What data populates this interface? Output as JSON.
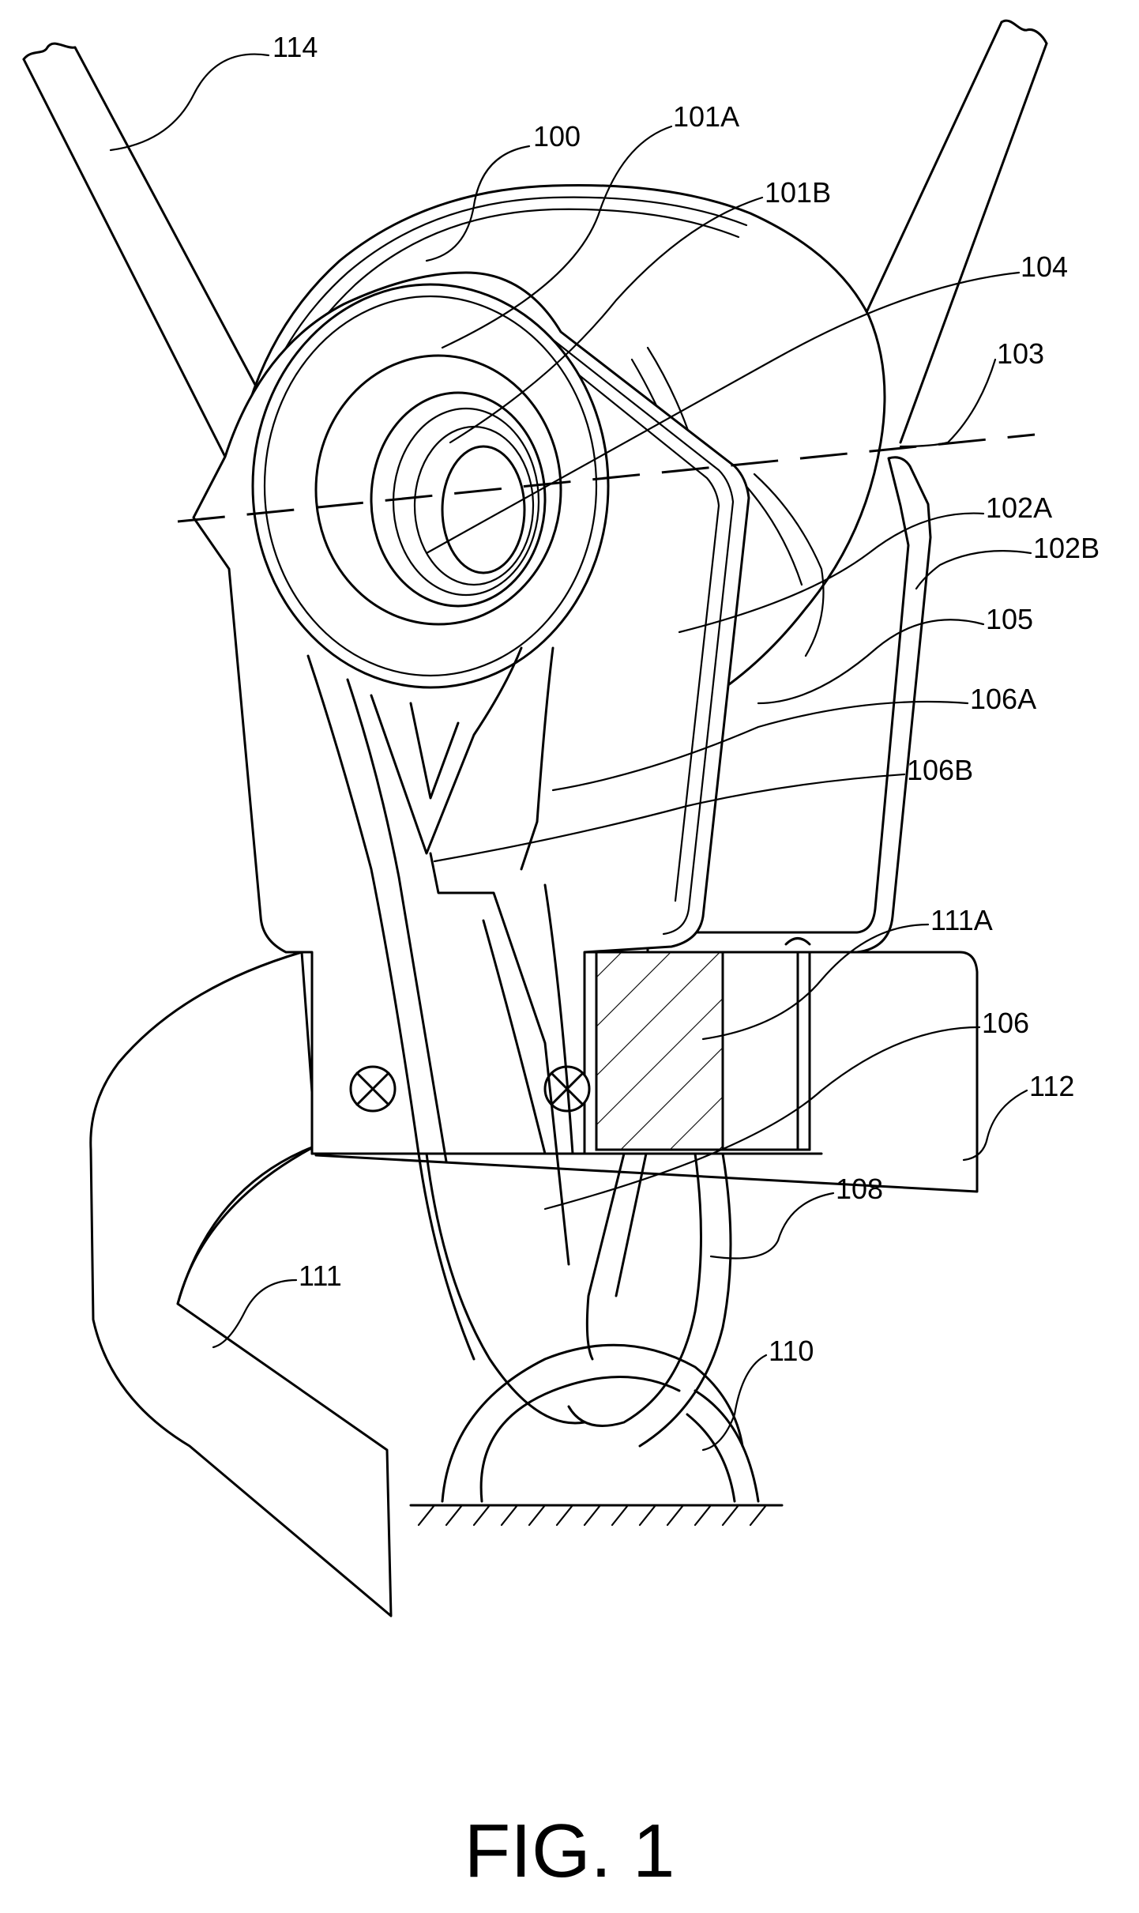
{
  "figure": {
    "caption": "FIG. 1",
    "reference_labels": {
      "r100": "100",
      "r101A": "101A",
      "r101B": "101B",
      "r102A": "102A",
      "r102B": "102B",
      "r103": "103",
      "r104": "104",
      "r105": "105",
      "r106": "106",
      "r106A": "106A",
      "r106B": "106B",
      "r108": "108",
      "r110": "110",
      "r111": "111",
      "r111A": "111A",
      "r112": "112",
      "r114": "114"
    }
  }
}
